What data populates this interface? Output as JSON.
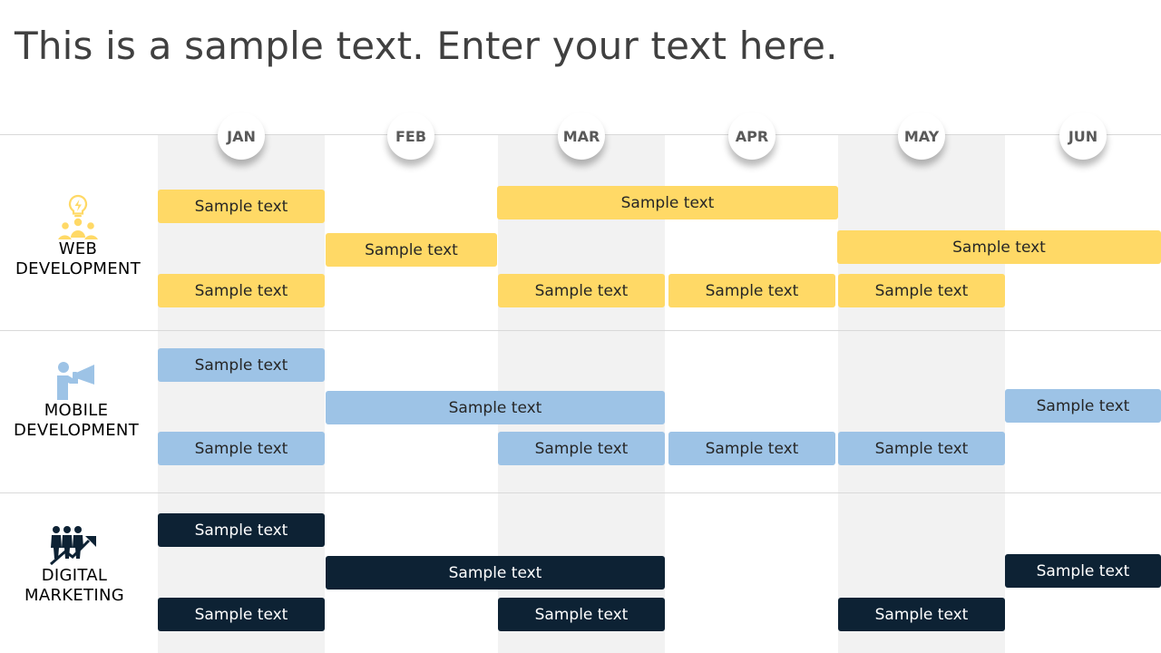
{
  "title": "This is a sample text. Enter your text here.",
  "colors": {
    "yellow": "#ffd966",
    "blue": "#9dc3e6",
    "navy": "#0d2234",
    "shade": "#f2f2f2"
  },
  "months": [
    "JAN",
    "FEB",
    "MAR",
    "APR",
    "MAY",
    "JUN"
  ],
  "categories": [
    {
      "line1": "WEB",
      "line2": "DEVELOPMENT",
      "icon": "idea-team-icon"
    },
    {
      "line1": "MOBILE",
      "line2": "DEVELOPMENT",
      "icon": "megaphone-person-icon"
    },
    {
      "line1": "DIGITAL",
      "line2": "MARKETING",
      "icon": "growth-team-icon"
    }
  ],
  "tasks": {
    "web": {
      "jan_top": "Sample text",
      "mar_apr_top": "Sample text",
      "feb_mid": "Sample text",
      "may_jun_mid": "Sample text",
      "jan_bottom": "Sample text",
      "mar_bottom": "Sample text",
      "apr_bottom": "Sample text",
      "may_bottom": "Sample text"
    },
    "mobile": {
      "jan_top": "Sample text",
      "feb_mar_mid": "Sample text",
      "jun_mid": "Sample text",
      "jan_bottom": "Sample text",
      "mar_bottom": "Sample text",
      "apr_bottom": "Sample text",
      "may_bottom": "Sample text"
    },
    "marketing": {
      "jan_top": "Sample text",
      "feb_mar_mid": "Sample text",
      "jun_mid": "Sample text",
      "jan_bottom": "Sample text",
      "mar_bottom": "Sample text",
      "may_bottom": "Sample text"
    }
  }
}
